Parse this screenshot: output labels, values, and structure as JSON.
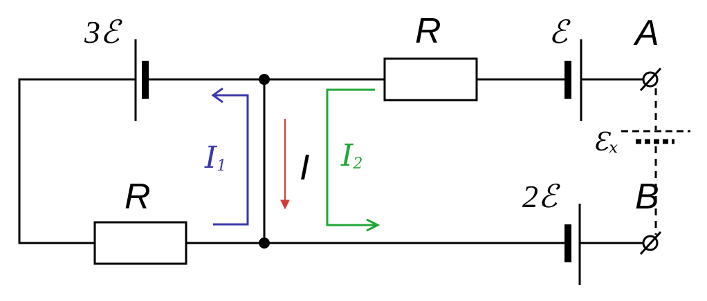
{
  "diagram": {
    "labels": {
      "emf_left": "3ℰ",
      "emf_top_right": "ℰ",
      "emf_bottom_right": "2ℰ",
      "emf_unknown": "Ɛ",
      "emf_unknown_sub": "x",
      "resistor_top": "R",
      "resistor_bottom": "R",
      "terminal_a": "A",
      "terminal_b": "B",
      "current_middle": "I",
      "current_left": "I",
      "current_left_sub": "1",
      "current_right": "I",
      "current_right_sub": "2"
    },
    "colors": {
      "wire": "#000000",
      "current_1": "#3a3aaa",
      "current_2": "#22a63a",
      "current_middle_arrow": "#d23a3a"
    }
  }
}
